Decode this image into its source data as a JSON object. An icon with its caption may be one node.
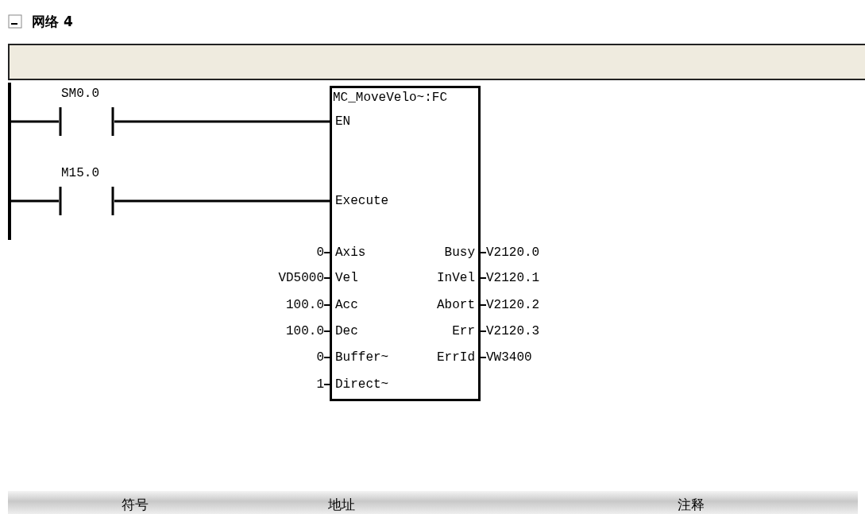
{
  "diagram": {
    "title": "网络 4",
    "nodes": [
      {
        "text": [],
        "shape": "bar"
      },
      {
        "text": [
          "SM0.0"
        ]
      },
      {
        "text": [
          "M15.0"
        ]
      },
      {
        "text": [
          "MC_MoveVelo~:FC",
          "EN",
          "Execute",
          "Axis",
          "Vel",
          "Acc",
          "Dec",
          "Buffer~",
          "Direct~",
          "Busy",
          "InVel",
          "Abort",
          "Err",
          "ErrId"
        ]
      },
      {
        "text": [
          "0"
        ]
      },
      {
        "text": [
          "VD5000"
        ]
      },
      {
        "text": [
          "100.0"
        ]
      },
      {
        "text": [
          "100.0"
        ]
      },
      {
        "text": [
          "0"
        ]
      },
      {
        "text": [
          "1"
        ]
      },
      {
        "text": [
          "V2120.0"
        ]
      },
      {
        "text": [
          "V2120.1"
        ]
      },
      {
        "text": [
          "V2120.2"
        ]
      },
      {
        "text": [
          "V2120.3"
        ]
      },
      {
        "text": [
          "VW3400"
        ]
      },
      {
        "text": [],
        "shape": "box"
      }
    ],
    "edges": [
      {
        "from": 0,
        "to": 1,
        "arrow": "none"
      },
      {
        "from": 1,
        "to": 3,
        "arrow": "none"
      },
      {
        "from": 0,
        "to": 2,
        "arrow": "none"
      },
      {
        "from": 2,
        "to": 3,
        "arrow": "none"
      },
      {
        "from": 4,
        "to": 3,
        "arrow": "none"
      },
      {
        "from": 5,
        "to": 3,
        "arrow": "none"
      },
      {
        "from": 6,
        "to": 3,
        "arrow": "none"
      },
      {
        "from": 7,
        "to": 3,
        "arrow": "none"
      },
      {
        "from": 8,
        "to": 3,
        "arrow": "none"
      },
      {
        "from": 9,
        "to": 3,
        "arrow": "none"
      },
      {
        "from": 3,
        "to": 10,
        "arrow": "none"
      },
      {
        "from": 3,
        "to": 11,
        "arrow": "none"
      },
      {
        "from": 3,
        "to": 12,
        "arrow": "none"
      },
      {
        "from": 3,
        "to": 13,
        "arrow": "none"
      },
      {
        "from": 3,
        "to": 14,
        "arrow": "none"
      }
    ],
    "labels": [
      "符号",
      "地址",
      "注释"
    ]
  }
}
